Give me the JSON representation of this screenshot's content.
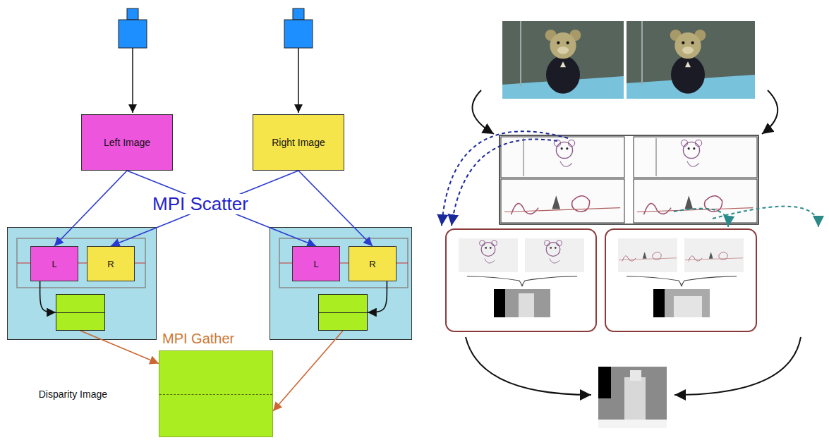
{
  "diagram": {
    "nodes": [
      {
        "text": [
          "Left Image"
        ]
      },
      {
        "text": [
          "Right Image"
        ]
      },
      {
        "text": []
      },
      {
        "text": [
          "L"
        ],
        "in": 2
      },
      {
        "text": [
          "R"
        ],
        "in": 2
      },
      {
        "text": [],
        "in": 2
      },
      {
        "text": []
      },
      {
        "text": [
          "L"
        ],
        "in": 6
      },
      {
        "text": [
          "R"
        ],
        "in": 6
      },
      {
        "text": [],
        "in": 6
      },
      {
        "text": [
          "Disparity Image"
        ]
      }
    ],
    "edges": [
      {
        "from": 0,
        "to": 3,
        "arrow": "to"
      },
      {
        "from": 0,
        "to": 7,
        "arrow": "to"
      },
      {
        "from": 1,
        "to": 4,
        "arrow": "to"
      },
      {
        "from": 1,
        "to": 8,
        "arrow": "to"
      },
      {
        "from": 3,
        "to": 5,
        "arrow": "to"
      },
      {
        "from": 8,
        "to": 9,
        "arrow": "to"
      },
      {
        "from": 5,
        "to": 10,
        "arrow": "to"
      },
      {
        "from": 9,
        "to": 10,
        "arrow": "to"
      }
    ],
    "labels": [
      "MPI Scatter",
      "MPI Gather"
    ]
  }
}
